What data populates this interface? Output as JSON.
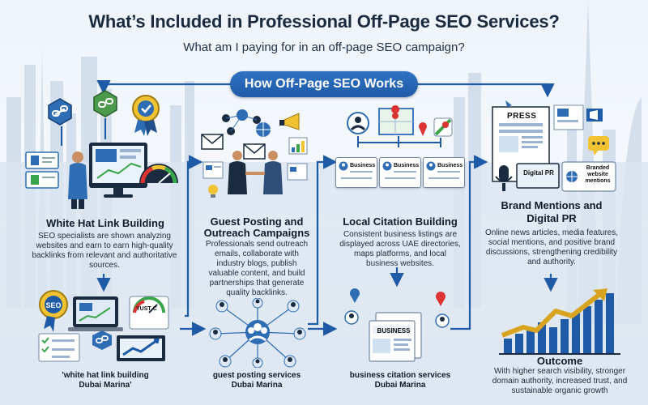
{
  "title": "What’s Included in Professional Off-Page SEO Services?",
  "subtitle": "What am I paying for in an off-page SEO campaign?",
  "banner": "How Off-Page SEO Works",
  "columns": [
    {
      "heading": "White Hat Link Building",
      "description": "SEO specialists are shown analyzing websites and earn to earn high-quality backlinks from relevant and authoritative sources.",
      "caption_line1": "'white hat link building",
      "caption_line2": "Dubai Marina'",
      "badge_text": "YUST C"
    },
    {
      "heading_line1": "Guest Posting and",
      "heading_line2": "Outreach Campaigns",
      "description": "Professionals send outreach emails, collaborate with industry blogs, publish valuable content, and build partnerships that generate quality backlinks.",
      "caption_line1": "guest posting services",
      "caption_line2": "Dubai Marina"
    },
    {
      "heading": "Local Citation Building",
      "description": "Consistent business listings are displayed across UAE directories, maps platforms, and local business websites.",
      "caption_line1": "business citation services",
      "caption_line2": "Dubai Marina",
      "card_label": "Business",
      "listing_label": "BUSINESS"
    },
    {
      "heading_line1": "Brand Mentions and",
      "heading_line2": "Digital PR",
      "description": "Online news articles, media features, social mentions, and positive brand discussions, strengthening credibility and authority.",
      "press_label": "PRESS",
      "digital_pr_label": "Digital PR",
      "branded_label_1": "Branded",
      "branded_label_2": "website",
      "branded_label_3": "mentions"
    }
  ],
  "outcome": {
    "heading": "Outcome",
    "description": "With higher search visibility, stronger domain authority, increased trust, and sustainable organic growth"
  },
  "colors": {
    "primary_blue": "#1f5aa6",
    "navy": "#1a2a3f",
    "gold": "#d9a521",
    "green": "#3aa54a"
  }
}
